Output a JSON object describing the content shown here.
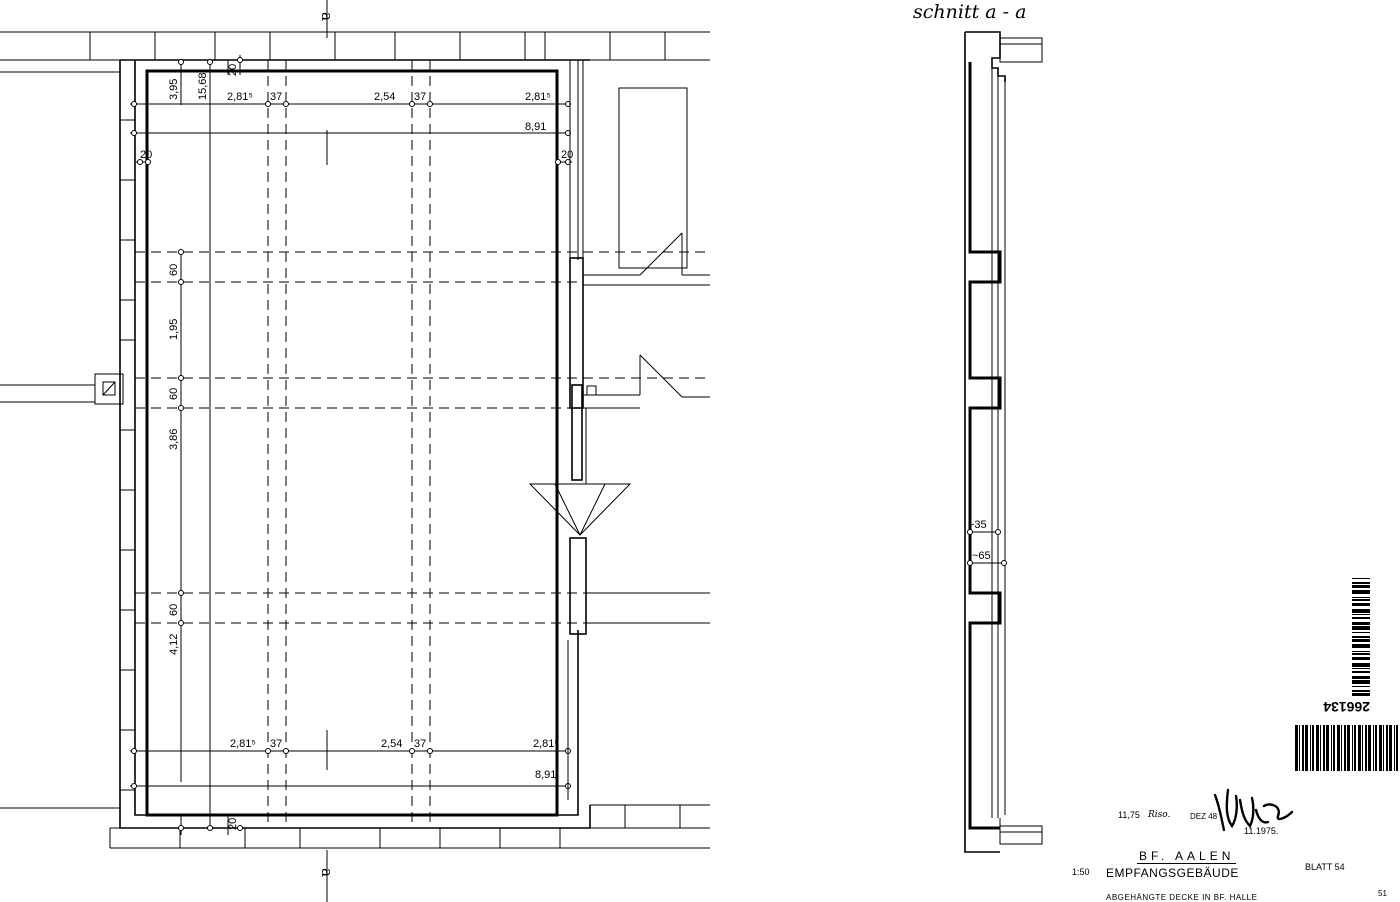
{
  "section": {
    "title": "schnitt a - a",
    "cut_label": "a"
  },
  "plan_dims": {
    "top_row": [
      "2,81⁵",
      "37",
      "2,54",
      "37",
      "2,81⁵"
    ],
    "top_total": "8,91",
    "bottom_row": [
      "2,81⁵",
      "37",
      "2,54",
      "37",
      "2,81⁵"
    ],
    "bottom_total": "8,91",
    "corner_top": [
      "3,95",
      "15,68",
      "20"
    ],
    "side_20_left": "20",
    "side_20_right": "20",
    "bottom_20": "20",
    "left_chain": [
      "60",
      "1,95",
      "60",
      "3,86",
      "60",
      "4,12"
    ]
  },
  "section_dims": {
    "d1": "~35",
    "d2": "~65"
  },
  "title_block": {
    "note_left": "11,75",
    "note_name": "Riso.",
    "note_date": "DEZ 48",
    "date": "11.1975.",
    "place": "BF.  AALEN",
    "scale": "1:50",
    "building": "EMPFANGSGEBÄUDE",
    "sheet": "BLATT   54",
    "subject": "ABGEHÄNGTE  DECKE  IN  BF.  HALLE",
    "page_no": "51",
    "archive_no": "266134"
  }
}
